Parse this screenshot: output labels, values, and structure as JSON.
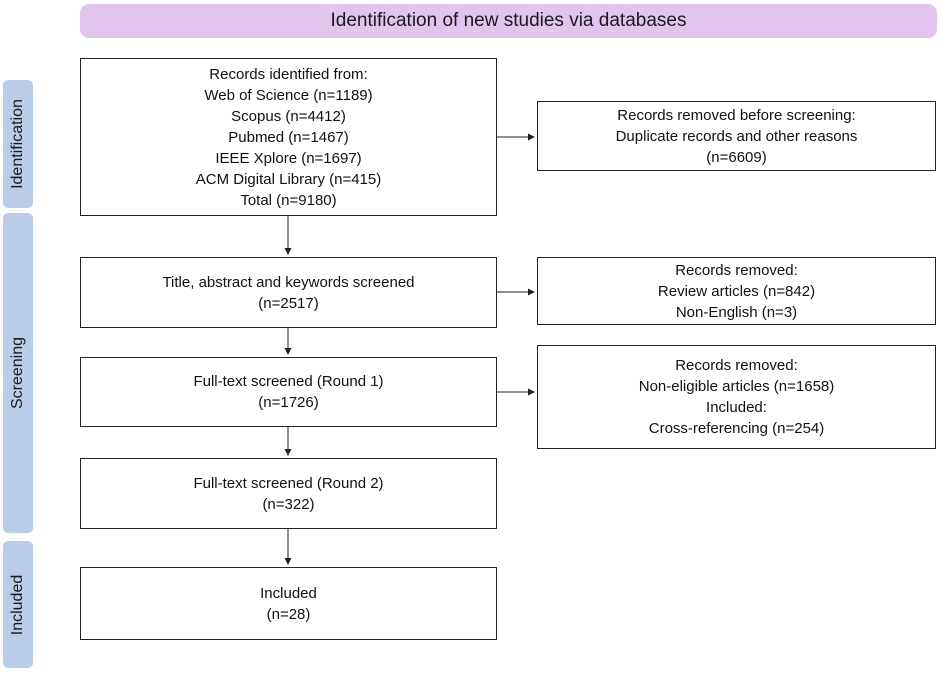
{
  "header": {
    "title": "Identification of new studies via databases"
  },
  "stages": {
    "identification": "Identification",
    "screening": "Screening",
    "included": "Included"
  },
  "boxes": {
    "records_identified": [
      "Records identified from:",
      "Web of Science (n=1189)",
      "Scopus (n=4412)",
      "Pubmed (n=1467)",
      "IEEE Xplore (n=1697)",
      "ACM Digital Library (n=415)",
      "Total (n=9180)"
    ],
    "removed_before_screening": [
      "Records removed before screening:",
      "Duplicate records and other reasons",
      "(n=6609)"
    ],
    "title_abstract": [
      "Title, abstract and keywords screened",
      "(n=2517)"
    ],
    "removed_review": [
      "Records removed:",
      "Review articles (n=842)",
      "Non-English (n=3)"
    ],
    "fulltext_round1": [
      "Full-text screened (Round 1)",
      "(n=1726)"
    ],
    "removed_noneligible": [
      "Records removed:",
      "Non-eligible articles (n=1658)",
      "Included:",
      "Cross-referencing (n=254)"
    ],
    "fulltext_round2": [
      "Full-text screened (Round 2)",
      "(n=322)"
    ],
    "included": [
      "Included",
      "(n=28)"
    ]
  },
  "colors": {
    "header_bg": "#e2c5ef",
    "stage_bg": "#b9cdea",
    "box_border": "#222222"
  }
}
